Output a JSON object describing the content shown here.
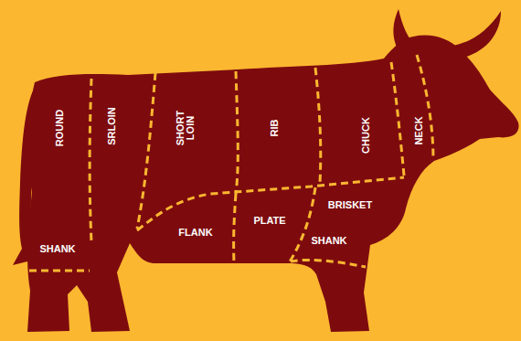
{
  "diagram": {
    "labels": [
      "ROUND",
      "SRLOIN",
      "SHORT LOIN",
      "RIB",
      "CHUCK",
      "NECK",
      "SHANK",
      "FLANK",
      "PLATE",
      "BRISKET",
      "SHANK"
    ]
  }
}
